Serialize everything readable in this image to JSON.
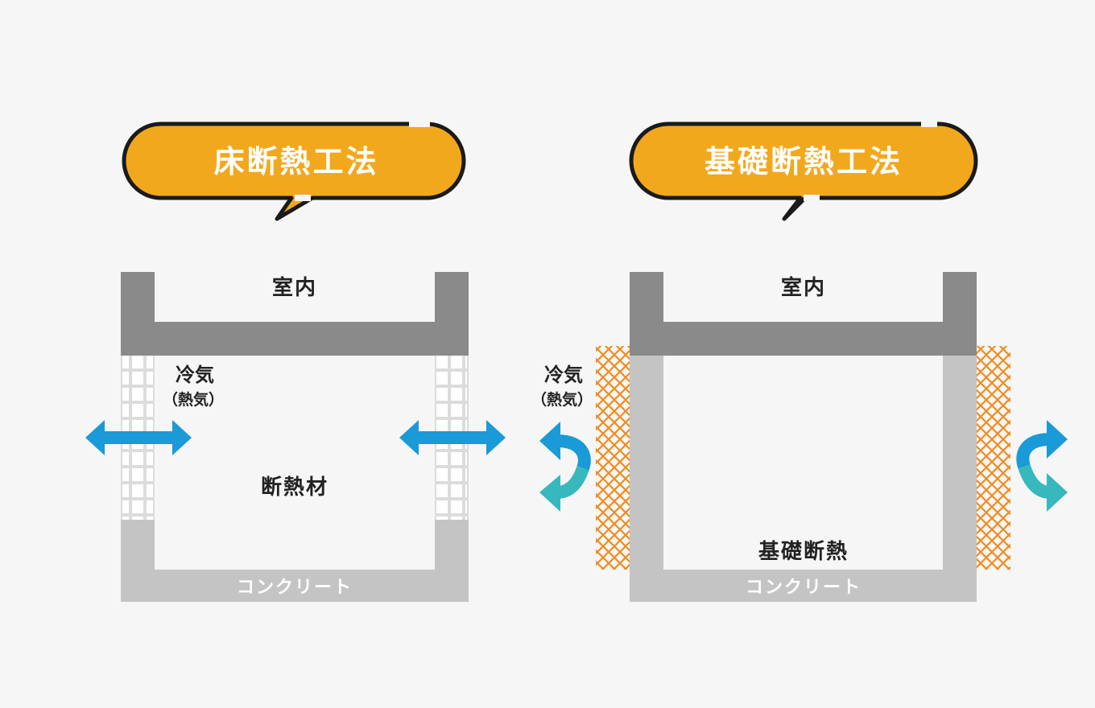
{
  "colors": {
    "background": "#f6f6f6",
    "bubble_fill": "#f2a81d",
    "bubble_stroke": "#1a1a1a",
    "dark_wall": "#8a8a8a",
    "concrete": "#c4c4c4",
    "insulation_panel": "#dcdcdc",
    "arrow_blue": "#1a9ad6",
    "arrow_teal": "#36b8bd",
    "mesh_orange": "#f08b1e"
  },
  "left_panel": {
    "title": "床断熱工法",
    "room_label": "室内",
    "airflow_label": "冷気",
    "airflow_sub": "（熱気）",
    "insulation_label": "断熱材",
    "concrete_label": "コンクリート"
  },
  "right_panel": {
    "title": "基礎断熱工法",
    "room_label": "室内",
    "airflow_label": "冷気",
    "airflow_sub": "（熱気）",
    "insulation_label": "基礎断熱",
    "concrete_label": "コンクリート"
  }
}
